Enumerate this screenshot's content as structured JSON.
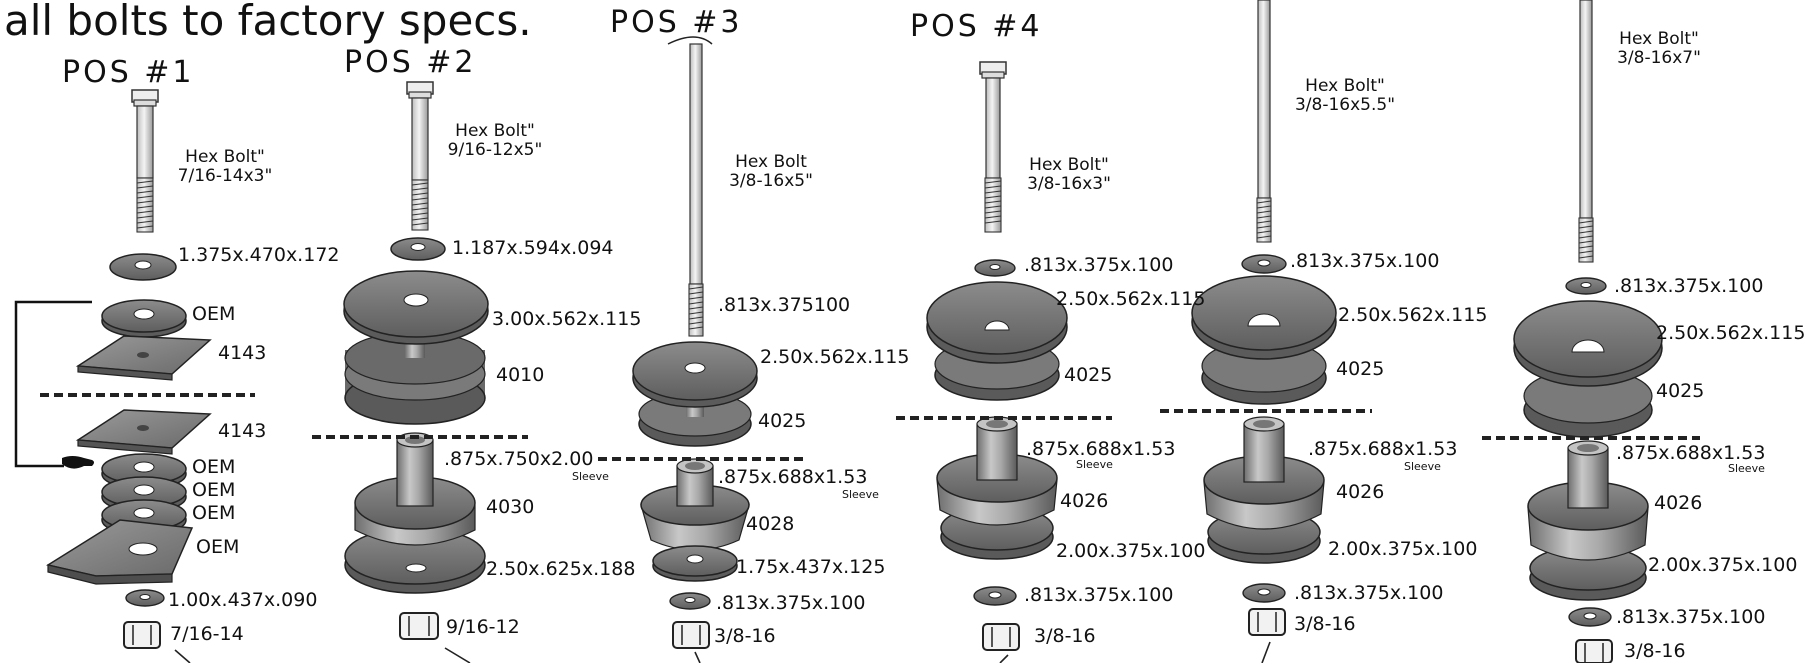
{
  "header": {
    "title": "all bolts to factory specs."
  },
  "columns": [
    {
      "pos": "POS #1",
      "bolt": {
        "name": "Hex Bolt\"",
        "size": "7/16-14x3\""
      },
      "parts": {
        "top_washer": "1.375x.470x.172",
        "oem_1": "OEM",
        "bracket_upper": "4143",
        "bracket_lower": "4143",
        "oem_2": "OEM",
        "oem_3": "OEM",
        "oem_4": "OEM",
        "oem_5": "OEM",
        "bottom_washer": "1.00x.437x.090",
        "nut": "7/16-14"
      }
    },
    {
      "pos": "POS #2",
      "bolt": {
        "name": "Hex Bolt\"",
        "size": "9/16-12x5\""
      },
      "parts": {
        "top_washer": "1.187x.594x.094",
        "large_washer": "3.00x.562x.115",
        "upper_bushing": "4010",
        "sleeve_dims": ".875x.750x2.00",
        "sleeve": "Sleeve",
        "lower_bushing": "4030",
        "bottom_washer": "2.50x.625x.188",
        "nut": "9/16-12"
      }
    },
    {
      "pos": "POS #3",
      "bolt": {
        "name": "Hex Bolt",
        "size": "3/8-16x5\""
      },
      "parts": {
        "top_washer": ".813x.375100",
        "large_washer": "2.50x.562x.115",
        "upper_bushing": "4025",
        "sleeve_dims": ".875x.688x1.53",
        "sleeve": "Sleeve",
        "lower_bushing": "4028",
        "bottom_washer": "1.75x.437x.125",
        "small_washer": ".813x.375x.100",
        "nut": "3/8-16"
      }
    },
    {
      "pos": "POS #4",
      "bolt": {
        "name": "Hex Bolt\"",
        "size": "3/8-16x3\""
      },
      "parts": {
        "top_washer": ".813x.375x.100",
        "large_washer": "2.50x.562x.115",
        "upper_bushing": "4025",
        "sleeve_dims": ".875x.688x1.53",
        "sleeve": "Sleeve",
        "lower_bushing": "4026",
        "bottom_washer": "2.00x.375x.100",
        "small_washer": ".813x.375x.100",
        "nut": "3/8-16"
      }
    },
    {
      "pos": "",
      "bolt": {
        "name": "Hex Bolt\"",
        "size": "3/8-16x5.5\""
      },
      "parts": {
        "top_washer": ".813x.375x.100",
        "large_washer": "2.50x.562x.115",
        "upper_bushing": "4025",
        "sleeve_dims": ".875x.688x1.53",
        "sleeve": "Sleeve",
        "lower_bushing": "4026",
        "bottom_washer": "2.00x.375x.100",
        "small_washer": ".813x.375x.100",
        "nut": "3/8-16"
      }
    },
    {
      "pos": "",
      "bolt": {
        "name": "Hex Bolt\"",
        "size": "3/8-16x7\""
      },
      "parts": {
        "top_washer": ".813x.375x.100",
        "large_washer": "2.50x.562x.115",
        "upper_bushing": "4025",
        "sleeve_dims": ".875x.688x1.53",
        "sleeve": "Sleeve",
        "lower_bushing": "4026",
        "bottom_washer": "2.00x.375x.100",
        "small_washer": ".813x.375x.100",
        "nut": "3/8-16"
      }
    }
  ]
}
